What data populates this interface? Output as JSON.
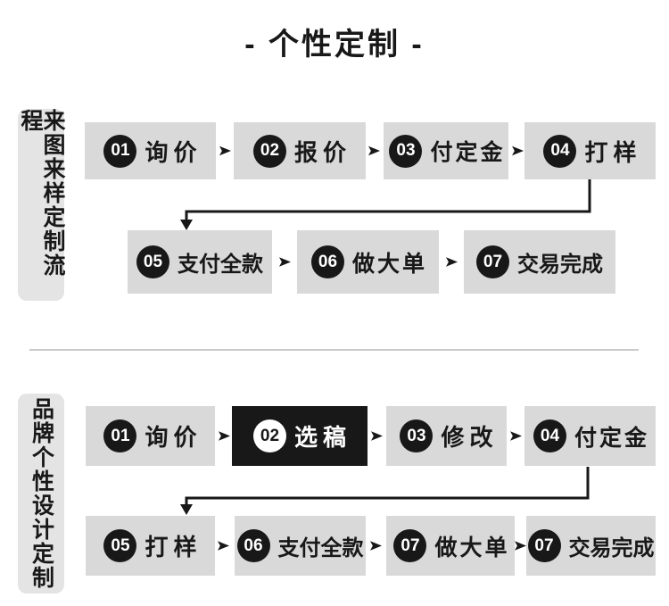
{
  "title": "- 个性定制 -",
  "colors": {
    "step_box_bg": "#d9d9d9",
    "section_label_bg": "#e4e4e4",
    "dark": "#181818",
    "white": "#ffffff",
    "divider": "#c9c9c9",
    "page_bg": "#ffffff"
  },
  "sections": [
    {
      "label": "来图来样定制流程",
      "rows": [
        {
          "steps": [
            {
              "num": "01",
              "label": "询价"
            },
            {
              "num": "02",
              "label": "报价"
            },
            {
              "num": "03",
              "label": "付定金"
            },
            {
              "num": "04",
              "label": "打样"
            }
          ]
        },
        {
          "steps": [
            {
              "num": "05",
              "label": "支付全款"
            },
            {
              "num": "06",
              "label": "做大单"
            },
            {
              "num": "07",
              "label": "交易完成"
            }
          ]
        }
      ]
    },
    {
      "label": "品牌个性设计定制",
      "rows": [
        {
          "steps": [
            {
              "num": "01",
              "label": "询价"
            },
            {
              "num": "02",
              "label": "选稿",
              "highlighted": true
            },
            {
              "num": "03",
              "label": "修改"
            },
            {
              "num": "04",
              "label": "付定金"
            }
          ]
        },
        {
          "steps": [
            {
              "num": "05",
              "label": "打样"
            },
            {
              "num": "06",
              "label": "支付全款"
            },
            {
              "num": "07",
              "label": "做大单"
            },
            {
              "num": "07",
              "label": "交易完成"
            }
          ]
        }
      ]
    }
  ]
}
